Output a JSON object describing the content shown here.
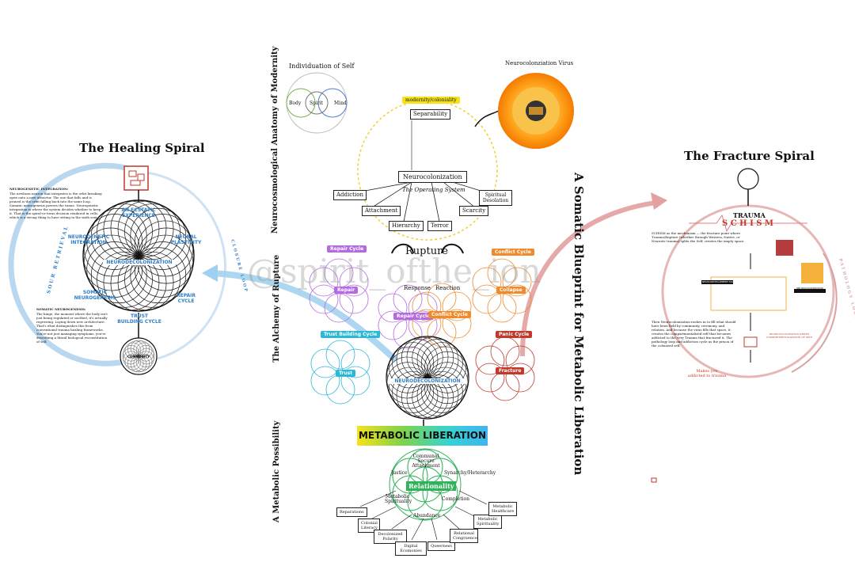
{
  "healing": {
    "title": "The Healing Spiral",
    "heading1": "NEUROGENETIC INTEGRATION:",
    "para1": "The newborn neuron that integrates is the orbit breaking open onto a new attractor. The one that falls and is pruned is the orbit falling back into the same loop. Somatic neurogenesis powers the tissue. Neurogenetic integration is where the system decides whether to keep it. That is the spiral-or-torus decision rendered in cells, which is a strong thing to have sitting in the sixth seat.",
    "heading2": "SOMATIC NEUROGENESIS:",
    "para2": "The hinge, the moment where the body isn't just being regulated or soothed, it's actually regrowing. Laying down new architecture. That's what distinguishes this from conventional trauma healing frameworks. You're not just managing symptoms, you're describing a literal biological reconstitution of self.",
    "nodes": [
      "AN ECSTATIC EXPERIENCE",
      "NEURAL PLASTICITY",
      "REPAIR CYCLE",
      "TRUST BUILDING CYCLE",
      "SOMATIC NEUROGENESIS",
      "NEUROGENETIC INTEGRATION",
      "NEURODECOLONIZATION"
    ],
    "left_arc": "SOUR RETRIEVAL",
    "right_arc": "CLOSURE LOOP",
    "bottom_icon": "COMMUNITY"
  },
  "center": {
    "individuation": "Individuation of Self",
    "body": "Body",
    "spirit": "Spirit",
    "mind": "Mind",
    "virus": "Neurocolonziation Virus",
    "modernity_tag": "modernity/coloniality",
    "separability": "Separability",
    "neurocolonization": "Neurocolonization",
    "operating_system": "The Operating System",
    "boxes": [
      "Addiction",
      "Attachment",
      "Hierarchy",
      "Terror",
      "Scarcity",
      "Spiritual Desolation"
    ],
    "rupture": "Rupture",
    "response": "Response",
    "reaction": "Reaction",
    "cycles": [
      "Repair Cycle",
      "Conflict Cycle",
      "Trust Building Cycle",
      "Panic Cycle"
    ],
    "centers": [
      "Repair",
      "Collapse",
      "Trust",
      "Fracture"
    ],
    "mini_repair": "Repair Cycle",
    "mini_conflict": "Conflict Cycle",
    "core_label": "NEURODECOLONIZATION",
    "metabolic": "METABOLIC LIBERATION",
    "relationality": "Relationality",
    "flower": [
      "Communal Secure Attachment",
      "Justice",
      "Synarchy/Heterarchy",
      "Metabolic Spirituality",
      "Completion",
      "Abundance"
    ],
    "outer": [
      "Reparations",
      "Colonial Literacy",
      "Decolonized Polarity",
      "Digital Ecomonies",
      "Queerness",
      "Relational Congruence",
      "Metabolic Spirituality",
      "Metabolic Healthcare"
    ]
  },
  "side_titles": {
    "anatomy": "Neurocosmological Anatomy of Modernity",
    "alchemy": "The Alchemy of Rupture",
    "possibility": "A Metabolic Possibility",
    "blueprint": "A Somatic Blueprint for Metabolic Liberation"
  },
  "watermark": "@spirit_ofthe_ion",
  "fracture": {
    "title": "The Fracture Spiral",
    "trauma": "TRAUMA",
    "schism": "S C H I S M",
    "intro": "SCHISM as the mechanism — the fracture point where Trauma/Rupture (whether through Western, Native, or Neurotic trauma) splits the Self, creates the empty space.",
    "body_text": "Then Neurocolonization rushes in to fill what should have been held by community, ceremony, and relation. And because the virus fills that space, it creates the compartmentalized self that becomes addicted to the very Trauma that fractured it. The pathology loop and addiction cycle as the prison of the colonized self.",
    "matrix": "NEURODEVELOPMENT MATRIX",
    "neuro_note": "NEUROCOLONIZATION VIRUS FILLS SPACE",
    "red_note": "NEUROCOLONIZATION DRIVES COMPARTMENTALIZATION OF SELF",
    "makes": "Makes you addicted to trauma",
    "right_arc": "PATHOLOGY LOOP"
  }
}
